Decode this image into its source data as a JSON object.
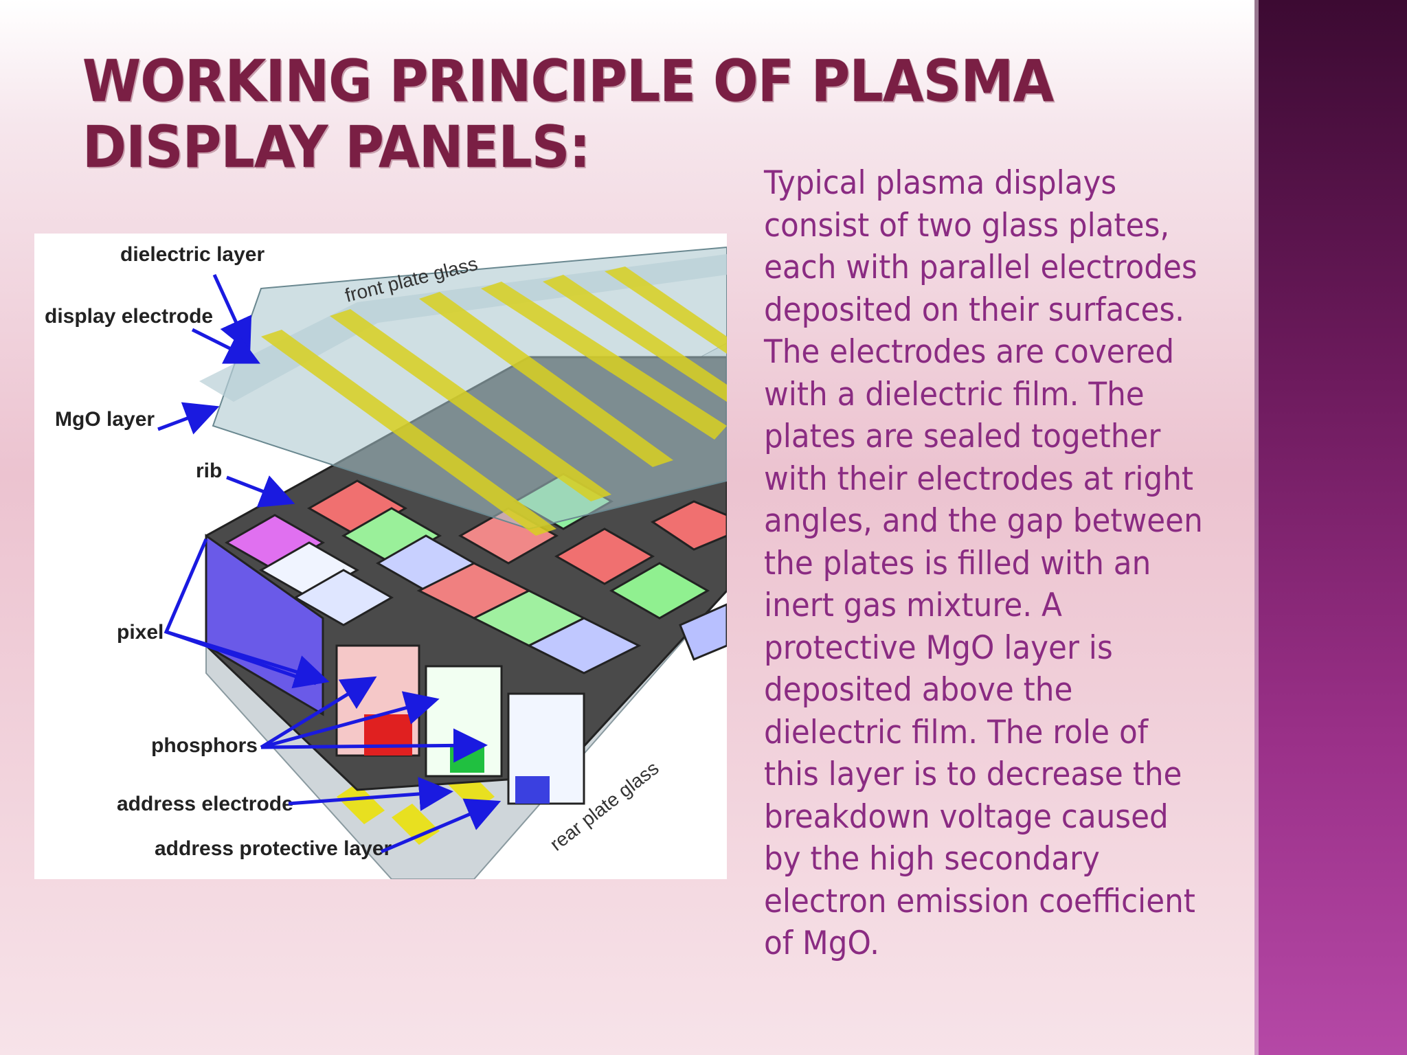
{
  "slide": {
    "title": "WORKING PRINCIPLE OF PLASMA DISPLAY PANELS:",
    "body": "Typical plasma displays consist of two glass plates, each with parallel electrodes deposited on their surfaces. The electrodes are covered with a dielectric film. The plates are sealed together with their electrodes at right angles, and the gap between the plates is filled with an inert gas mixture. A protective MgO layer is deposited above the dielectric film. The role of this layer is to decrease the breakdown voltage caused by the high secondary electron emission coefficient of MgO."
  },
  "diagram": {
    "labels": {
      "dielectric_layer": "dielectric layer",
      "display_electrode": "display electrode",
      "mgo_layer": "MgO layer",
      "rib": "rib",
      "pixel": "pixel",
      "phosphors": "phosphors",
      "address_electrode": "address electrode",
      "address_protective_layer": "address protective layer",
      "front_plate_glass": "front plate glass",
      "rear_plate_glass": "rear plate glass"
    }
  },
  "colors": {
    "title": "#7a1f44",
    "body_text": "#8a2b82",
    "sidebar_top": "#3c0a32",
    "sidebar_bottom": "#b548a6",
    "arrow": "#1a1ae0",
    "phosphor_red": "#e02020",
    "phosphor_green": "#20c040",
    "phosphor_blue": "#3a40e0",
    "electrode": "#d8d020"
  }
}
